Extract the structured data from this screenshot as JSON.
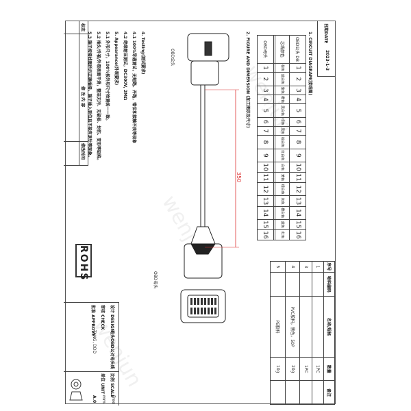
{
  "date_box": {
    "label": "日期DATE",
    "value": "2023-1-3"
  },
  "circuit_title": "1. CIRCUIT DIAGRAM(接线图)",
  "pin_table": {
    "row_labels": [
      "OBD公头 DB",
      "芯线颜色",
      "",
      "OBD母头"
    ],
    "pins": [
      "1",
      "2",
      "3",
      "4",
      "5",
      "6",
      "7",
      "8",
      "9",
      "10",
      "11",
      "12",
      "13",
      "14",
      "15",
      "16"
    ],
    "colors": [
      "棕色",
      "蓝白色",
      "紫色",
      "橙色",
      "黑白色",
      "绿色",
      "黑色",
      "棕白色",
      "红白色",
      "白色",
      "黄色",
      "绿白色",
      "灰色",
      "橙白色",
      "蓝色",
      "红色"
    ]
  },
  "figure_title": "2. FIGURE AND DIMENSION (加工图示及尺寸)",
  "drawing": {
    "male_label": "OBD公头",
    "female_label": "OBD母头",
    "length": "350",
    "dimension_color": "#d33"
  },
  "notes": [
    "4. Testing(测试要求)",
    "4.1 100%导通测试，无短路、开路，错位和接触不良等现象",
    "4.2 绝缘耐压测试，DC300V, 2MΩ",
    "5. Appearance(外观要求)",
    "5.1 外形尺寸，100%按外形尺寸检测统一一致。",
    "5.2 插头/外被/外观表面平滑，整洁无污、无破损、划伤、变形等缺陷。",
    "5.3 端子按接线图所示正确插接，端子插入到位且不能有退针等现象。"
  ],
  "rohs": "ROHS",
  "revision": {
    "mark": "标志",
    "content": "修 改 内 容",
    "time": "修改时间"
  },
  "bom": {
    "headers": [
      "序号",
      "物料编码",
      "名称/规格",
      "数量",
      "备注"
    ],
    "rows": [
      [
        "1",
        "",
        "",
        "1PC",
        ""
      ],
      [
        "3",
        "",
        "",
        "1PC",
        ""
      ],
      [
        "4",
        "",
        "PVC胶料，黑色，50P",
        "20g",
        ""
      ],
      [
        "5",
        "",
        "PE胶料",
        "10g",
        ""
      ]
    ]
  },
  "title_block": {
    "name": "弯头OBD公对母头线",
    "drawn_label": "设计 DESIGN",
    "check_label": "审核 CHECK",
    "approve_label": "批准 APPROVE",
    "drawn_by": "TANG, DDD",
    "scale_label": "比例 SCALE",
    "scale": "Free",
    "unit_label": "单位 UNIT",
    "unit": "mm",
    "version": "A.0"
  },
  "watermark": "wenjun"
}
